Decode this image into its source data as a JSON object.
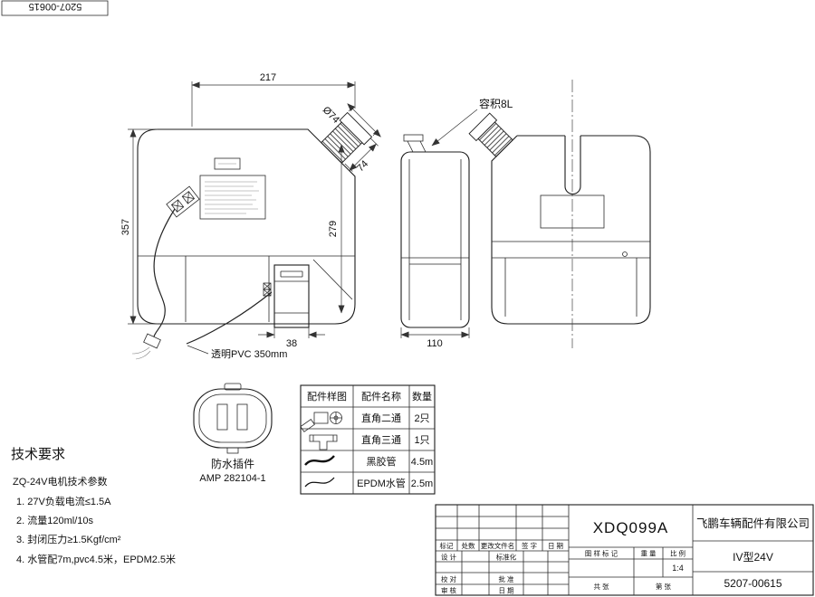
{
  "corner": {
    "code": "5207-00615"
  },
  "front_view": {
    "dim_width": "217",
    "dim_height": "357",
    "dim_inner": "279",
    "dim_pump": "38",
    "dim_neck_dia": "Ø74",
    "dim_neck_len": "74",
    "tube_label": "透明PVC 350mm"
  },
  "side_view": {
    "dim_width": "110"
  },
  "rear_view": {
    "capacity": "容积8L"
  },
  "connector_detail": {
    "name": "防水插件",
    "model": "AMP 282104-1"
  },
  "parts_table": {
    "headers": [
      "配件样图",
      "配件名称",
      "数量"
    ],
    "rows": [
      {
        "name": "直角二通",
        "qty": "2只"
      },
      {
        "name": "直角三通",
        "qty": "1只"
      },
      {
        "name": "黑胶管",
        "qty": "4.5m"
      },
      {
        "name": "EPDM水管",
        "qty": "2.5m"
      }
    ]
  },
  "tech": {
    "title": "技术要求",
    "subtitle": "ZQ-24V电机技术参数",
    "items": [
      "1. 27V负载电流≤1.5A",
      "2. 流量120ml/10s",
      "3. 封闭压力≥1.5Kgf/cm²",
      "4. 水管配7m,pvc4.5米，EPDM2.5米"
    ]
  },
  "title_block": {
    "model": "XDQ099A",
    "company": "飞鹏车辆配件有限公司",
    "type": "IV型24V",
    "drawing_no": "5207-00615",
    "scale": "1:4",
    "labels": {
      "mark": "标记",
      "qty": "处数",
      "change_doc": "更改文件名",
      "signature": "签 字",
      "date": "日 期",
      "design": "设 计",
      "standardization": "标准化",
      "proofread": "校 对",
      "approve": "批 准",
      "review": "审 核",
      "date2": "日 期",
      "stage_mark": "图 样 标 记",
      "weight": "重 量",
      "scale_label": "比 例",
      "sheets_total": "共    张",
      "sheet_no": "第    张"
    }
  }
}
